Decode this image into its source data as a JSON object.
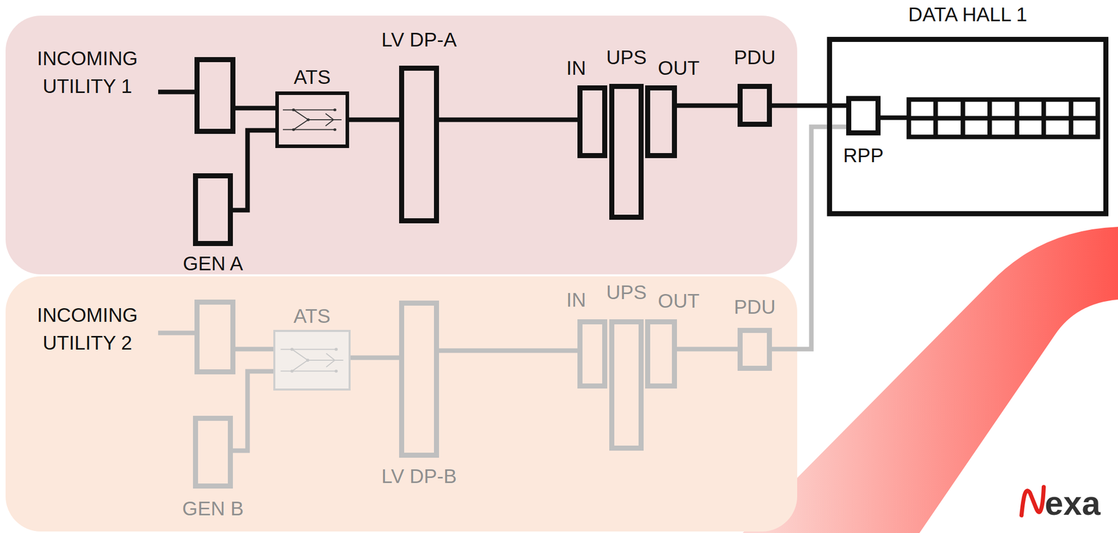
{
  "diagram": {
    "nodes": [
      {
        "text": [
          "INCOMING UTILITY 1"
        ]
      },
      {
        "text": [
          "GEN A"
        ]
      },
      {
        "text": [
          "ATS"
        ]
      },
      {
        "text": [
          "LV DP-A"
        ]
      },
      {
        "text": [
          "IN"
        ]
      },
      {
        "text": [
          "UPS"
        ]
      },
      {
        "text": [
          "OUT"
        ]
      },
      {
        "text": [
          "PDU"
        ]
      },
      {
        "text": [
          "DATA HALL 1"
        ]
      },
      {
        "text": [
          "RPP"
        ],
        "in": 8
      },
      {
        "text": [
          "INCOMING UTILITY 2"
        ]
      },
      {
        "text": [
          "GEN B"
        ]
      },
      {
        "text": [
          "ATS"
        ]
      },
      {
        "text": [
          "LV DP-B"
        ]
      },
      {
        "text": [
          "IN"
        ]
      },
      {
        "text": [
          "UPS"
        ]
      },
      {
        "text": [
          "OUT"
        ]
      },
      {
        "text": [
          "PDU"
        ]
      }
    ],
    "edges": [
      {
        "from": 0,
        "to": 2,
        "arrow": "none"
      },
      {
        "from": 1,
        "to": 2,
        "arrow": "none"
      },
      {
        "from": 2,
        "to": 3,
        "arrow": "none"
      },
      {
        "from": 3,
        "to": 4,
        "arrow": "none"
      },
      {
        "from": 6,
        "to": 7,
        "arrow": "none"
      },
      {
        "from": 7,
        "to": 9,
        "arrow": "none"
      },
      {
        "from": 10,
        "to": 12,
        "arrow": "none"
      },
      {
        "from": 11,
        "to": 12,
        "arrow": "none"
      },
      {
        "from": 12,
        "to": 13,
        "arrow": "none"
      },
      {
        "from": 13,
        "to": 14,
        "arrow": "none"
      },
      {
        "from": 16,
        "to": 17,
        "arrow": "none"
      },
      {
        "from": 17,
        "to": 9,
        "arrow": "none"
      }
    ],
    "labels": [
      "exa"
    ]
  }
}
